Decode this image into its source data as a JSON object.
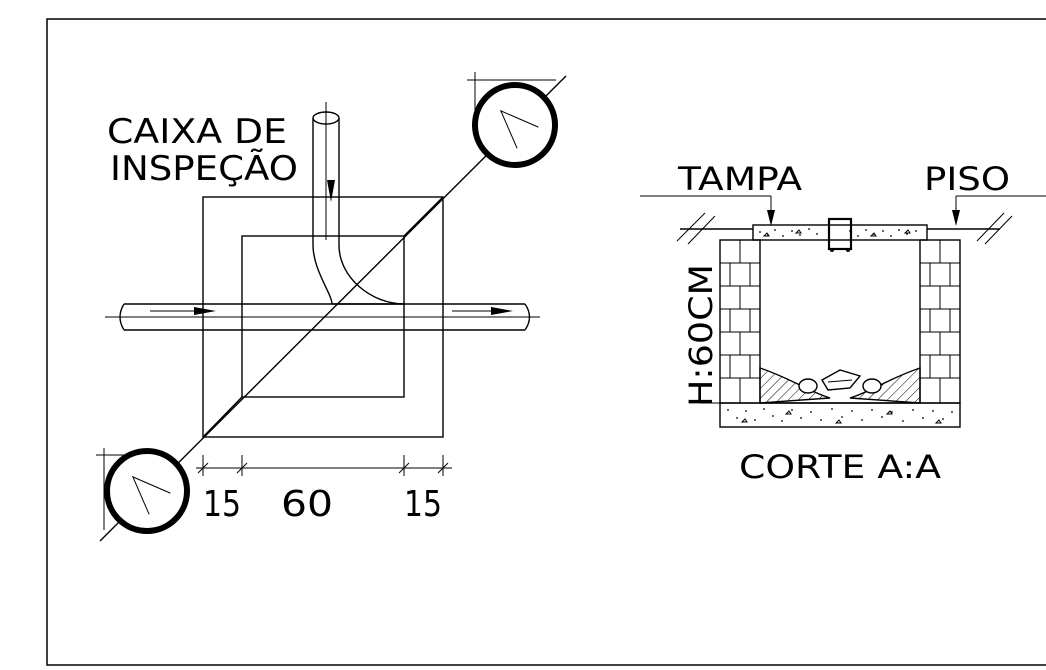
{
  "plan": {
    "title_line1": "CAIXA DE",
    "title_line2": "INSPEÇÃO",
    "section_marker_top": "A",
    "section_marker_bottom": "A",
    "dim_left": "15",
    "dim_middle": "60",
    "dim_right": "15"
  },
  "section": {
    "label_cover": "TAMPA",
    "label_floor": "PISO",
    "label_height": "H:60CM",
    "caption": "CORTE A:A"
  },
  "colors": {
    "ink": "#000000",
    "background": "#ffffff"
  }
}
